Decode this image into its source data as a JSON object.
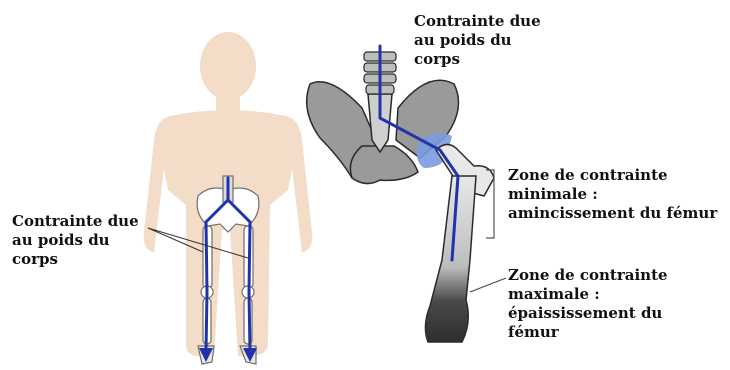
{
  "labels": {
    "top_load": [
      "Contrainte due",
      "au poids du",
      "corps"
    ],
    "body_load": [
      "Contrainte due",
      "au poids du",
      "corps"
    ],
    "min_zone": [
      "Zone de contrainte",
      "minimale :",
      "amincissement du fémur"
    ],
    "max_zone": [
      "Zone de contrainte",
      "maximale :",
      "épaississement du",
      "fémur"
    ]
  },
  "colors": {
    "skin": "#f3dcc8",
    "bone_fill": "#9a9a9a",
    "bone_light": "#d9d9d9",
    "femur_dark": "#3a3a3a",
    "load_line": "#2233aa",
    "joint_blue": "#7a9ae0",
    "text": "#111111"
  }
}
